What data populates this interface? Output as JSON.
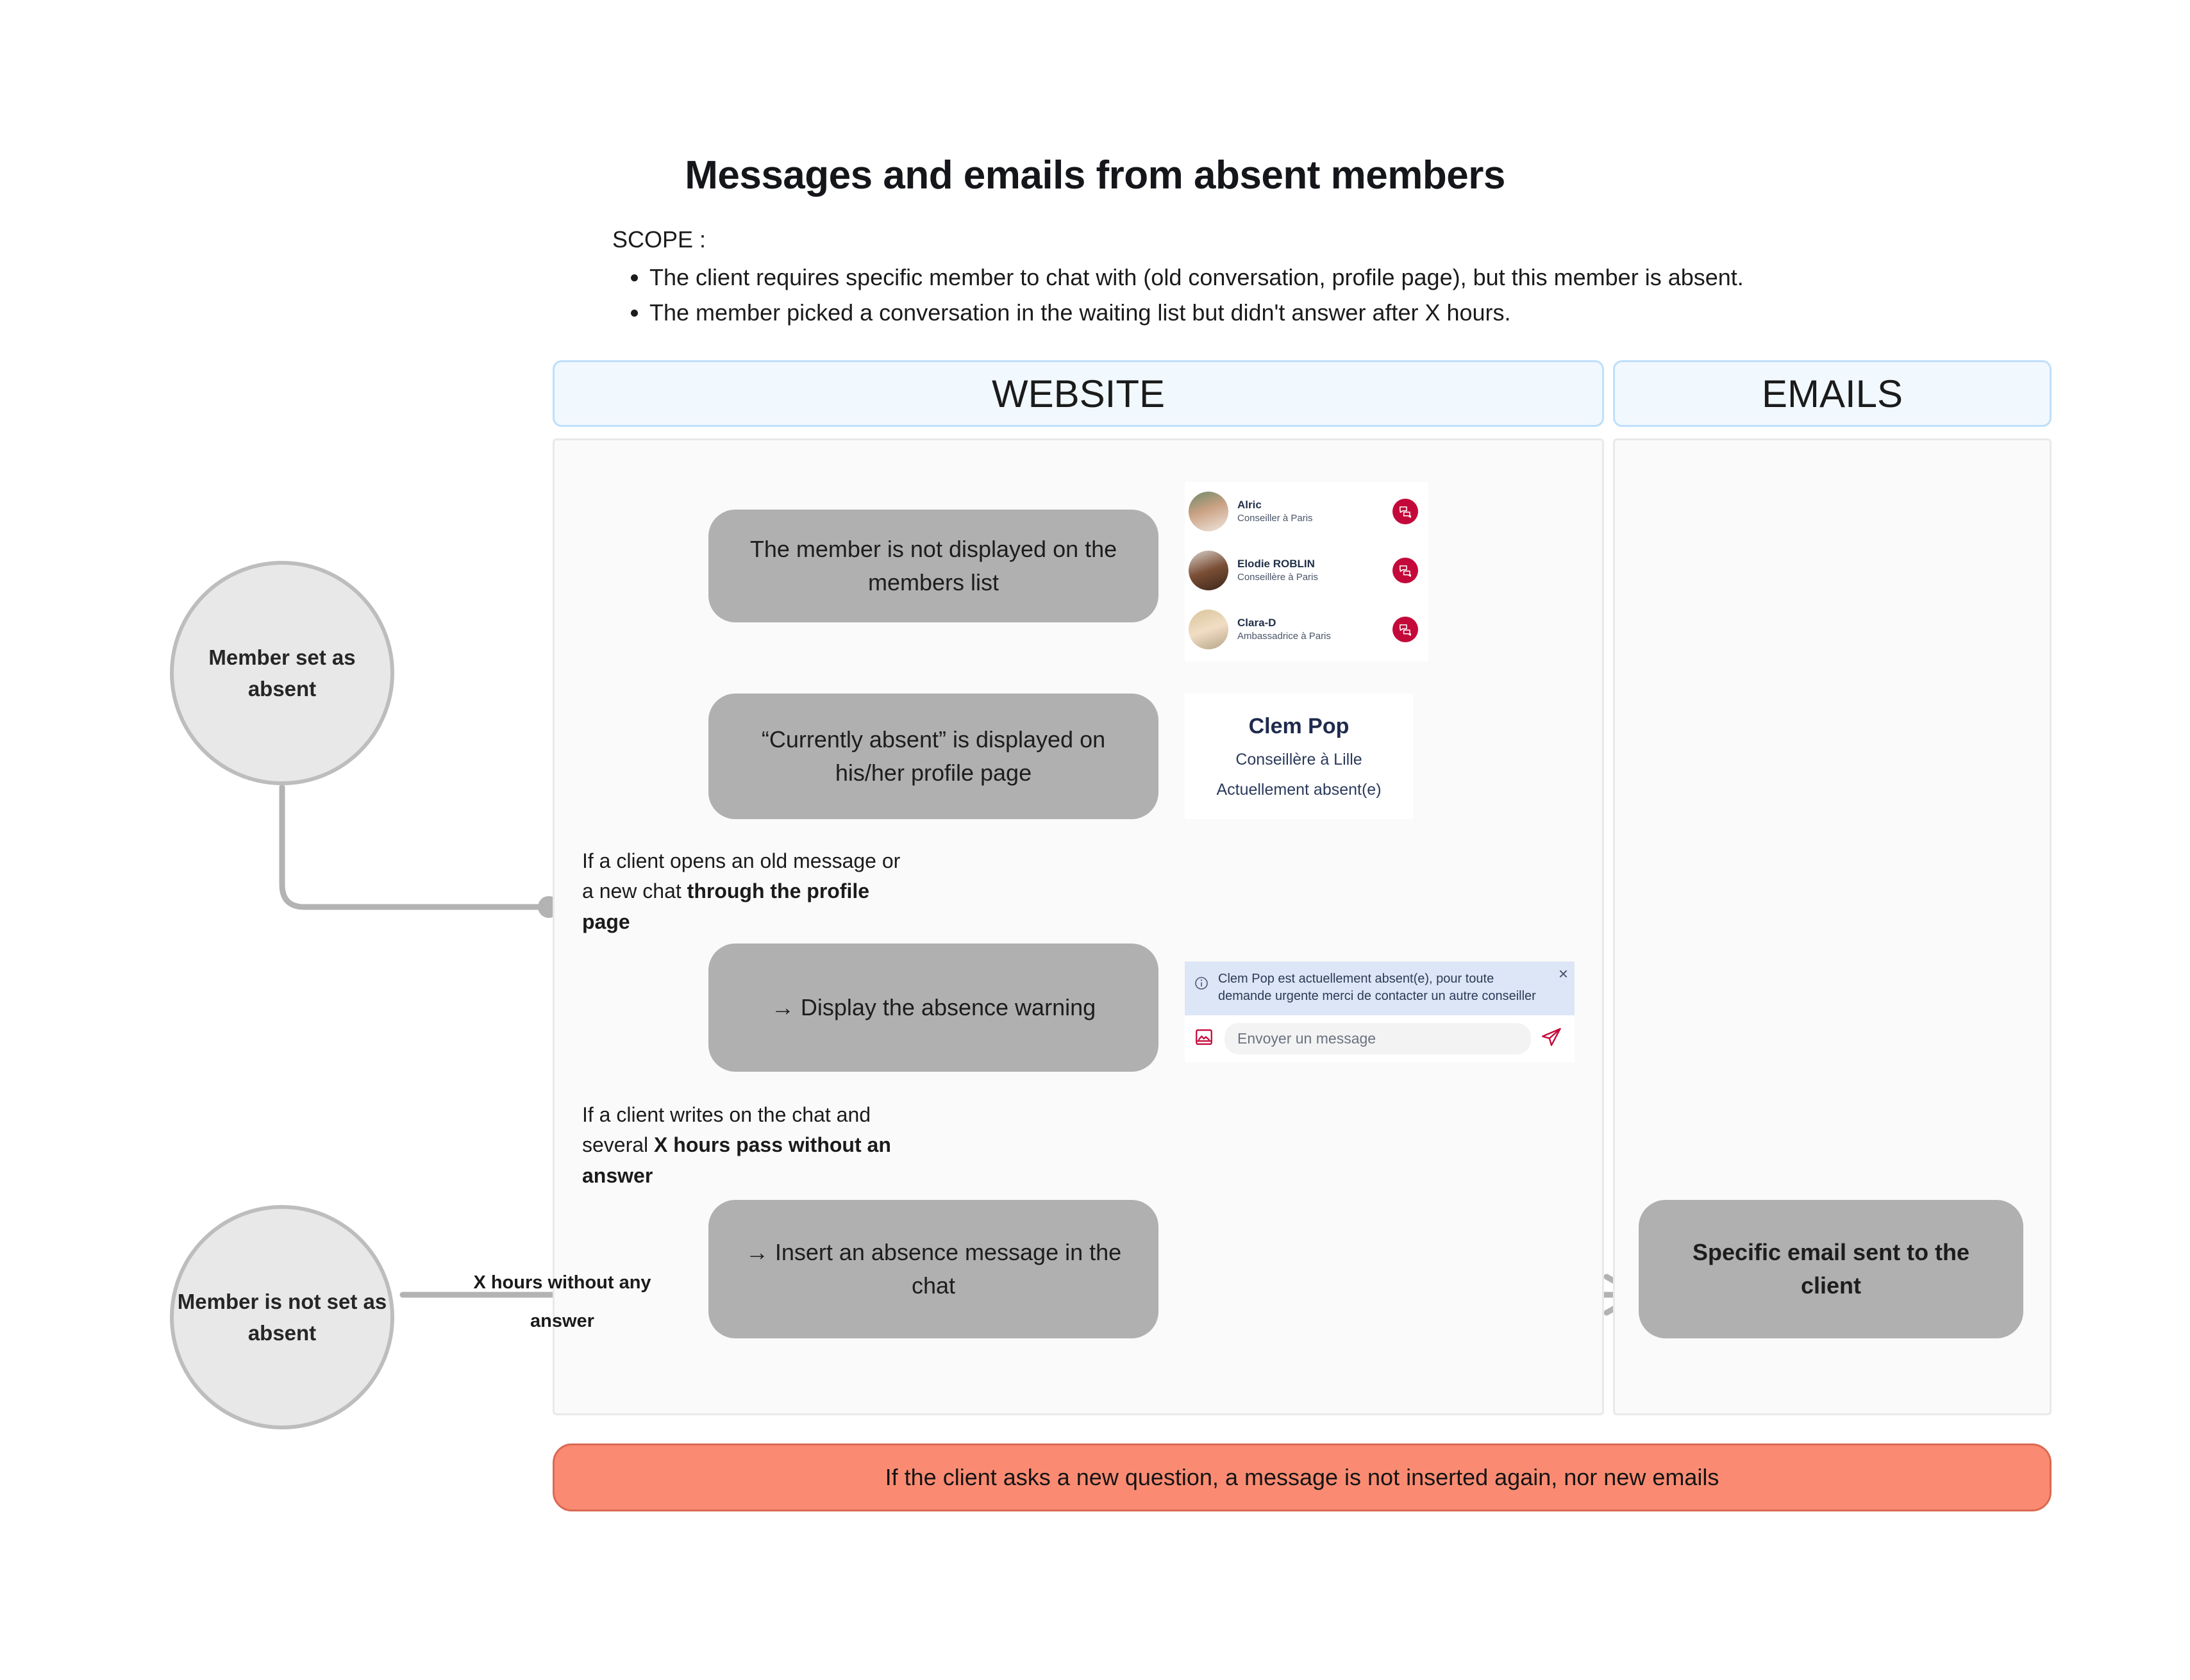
{
  "title": "Messages and emails from absent members",
  "scope": {
    "label": "SCOPE :",
    "items": [
      "The client requires specific member to chat with (old conversation, profile page), but this member is absent.",
      "The member picked a conversation in the waiting list but didn't answer after X hours."
    ]
  },
  "panels": {
    "website": "WEBSITE",
    "emails": "EMAILS"
  },
  "circles": {
    "absent": "Member set as absent",
    "not_absent": "Member is not set as absent"
  },
  "flow_boxes": {
    "members_list": "The member is not displayed on the members list",
    "profile_absent": "“Currently absent” is displayed on his/her profile page",
    "warning": "→ Display the absence warning",
    "insert_message": "→ Insert an absence message in the chat",
    "email_sent": "Specific email sent to the client"
  },
  "annotations": {
    "profile_path": {
      "plain_1": "If a client opens an old message or a new chat ",
      "bold": "through the profile page"
    },
    "hours_path": {
      "plain_1": "If a client writes on the chat and several ",
      "bold": "X hours pass without an answer"
    },
    "x_hours_line1": "X hours without any",
    "x_hours_line2": "answer"
  },
  "member_list": [
    {
      "name": "Alric",
      "role": "Conseiller à Paris",
      "action_icon": "chat-bubble-icon"
    },
    {
      "name": "Elodie ROBLIN",
      "role": "Conseillère à Paris",
      "action_icon": "chat-bubble-icon"
    },
    {
      "name": "Clara-D",
      "role": "Ambassadrice à Paris",
      "action_icon": "chat-bubble-icon"
    }
  ],
  "profile_card": {
    "name": "Clem Pop",
    "role": "Conseillère à Lille",
    "status": "Actuellement absent(e)"
  },
  "chat_widget": {
    "alert_text": "Clem Pop est actuellement absent(e), pour toute demande urgente merci de contacter un autre conseiller",
    "close_label": "×",
    "input_placeholder": "Envoyer un message",
    "info_icon": "info-circle-icon",
    "image_icon": "image-icon",
    "send_icon": "send-plane-icon"
  },
  "bottom_banner": "If the client asks a new question, a message is not inserted again, nor new emails",
  "colors": {
    "accent_red": "#c4093a",
    "banner_orange": "#fa8b72",
    "box_gray": "#b0b0b0",
    "panel_header_blue": "#f1f8fe",
    "panel_border_blue": "#bfdffa",
    "connector_gray": "#b3b3b3"
  }
}
